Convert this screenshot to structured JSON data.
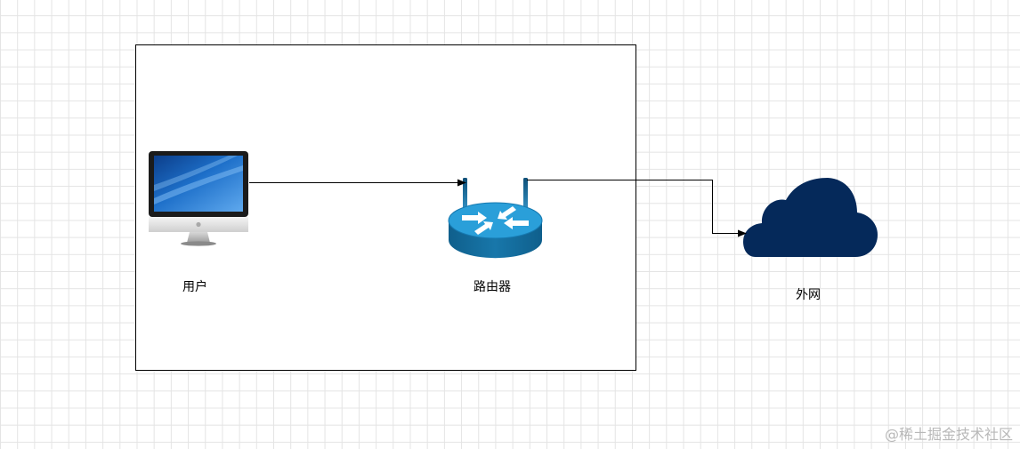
{
  "nodes": {
    "user": {
      "label": "用户",
      "icon": "imac-computer-icon"
    },
    "router": {
      "label": "路由器",
      "icon": "wireless-router-icon"
    },
    "internet": {
      "label": "外网",
      "icon": "cloud-icon"
    }
  },
  "edges": [
    {
      "from": "user",
      "to": "router"
    },
    {
      "from": "router",
      "to": "internet"
    }
  ],
  "watermark": "@稀土掘金技术社区",
  "colors": {
    "cloud": "#05295a",
    "router": "#1a82b9",
    "edge": "#000000"
  }
}
